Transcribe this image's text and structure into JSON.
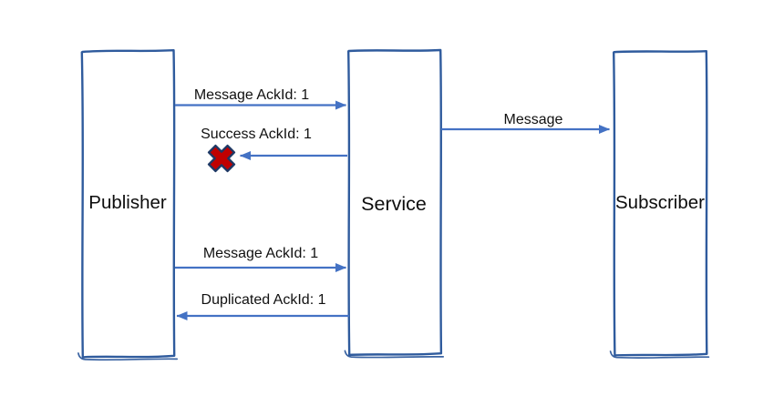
{
  "diagram": {
    "type": "sequence-diagram",
    "background": "#ffffff",
    "actors": [
      {
        "label": "Publisher"
      },
      {
        "label": "Service"
      },
      {
        "label": "Subscriber"
      }
    ],
    "messages": [
      {
        "label": "Message AckId: 1",
        "from": "Publisher",
        "to": "Service",
        "direction": "right",
        "delivered": true
      },
      {
        "label": "Success AckId: 1",
        "from": "Service",
        "to": "Publisher",
        "direction": "left",
        "delivered": false,
        "icon": "red-x-failure-icon"
      },
      {
        "label": "Message",
        "from": "Service",
        "to": "Subscriber",
        "direction": "right",
        "delivered": true
      },
      {
        "label": "Message AckId: 1",
        "from": "Publisher",
        "to": "Service",
        "direction": "right",
        "delivered": true
      },
      {
        "label": "Duplicated AckId: 1",
        "from": "Service",
        "to": "Publisher",
        "direction": "left",
        "delivered": true
      }
    ],
    "colors": {
      "box_stroke": "#2f5b9d",
      "arrow": "#4472c4",
      "x_fill": "#c00000",
      "x_outline": "#1f3864",
      "label_text": "#000000"
    }
  }
}
